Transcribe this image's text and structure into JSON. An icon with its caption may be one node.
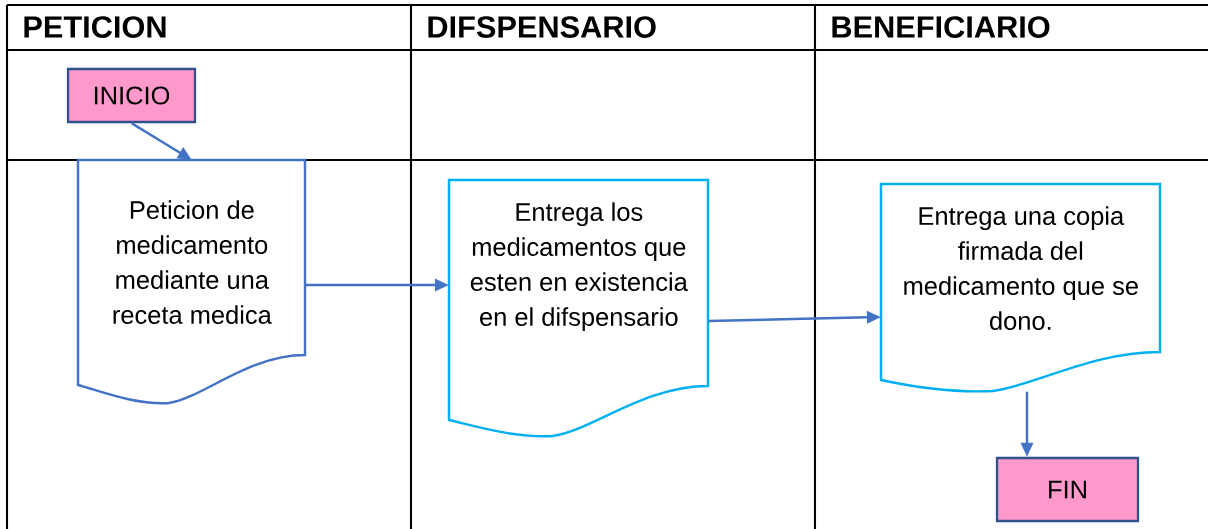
{
  "diagram": {
    "nodes": [
      {
        "text": [
          "INICIO"
        ]
      },
      {
        "text": [
          "Peticion de medicamento mediante una receta medica"
        ]
      },
      {
        "text": [
          "Entrega los medicamentos que esten en existencia en el difspensario"
        ]
      },
      {
        "text": [
          "Entrega una copia firmada del medicamento que se dono."
        ]
      },
      {
        "text": [
          "FIN"
        ]
      }
    ],
    "edges": [
      {
        "from": 0,
        "to": 1,
        "arrow": "to"
      },
      {
        "from": 1,
        "to": 2,
        "arrow": "to"
      },
      {
        "from": 2,
        "to": 3,
        "arrow": "to"
      },
      {
        "from": 3,
        "to": 4,
        "arrow": "to"
      }
    ],
    "labels": [
      "PETICION",
      "DIFSPENSARIO",
      "BENEFICIARIO"
    ]
  }
}
